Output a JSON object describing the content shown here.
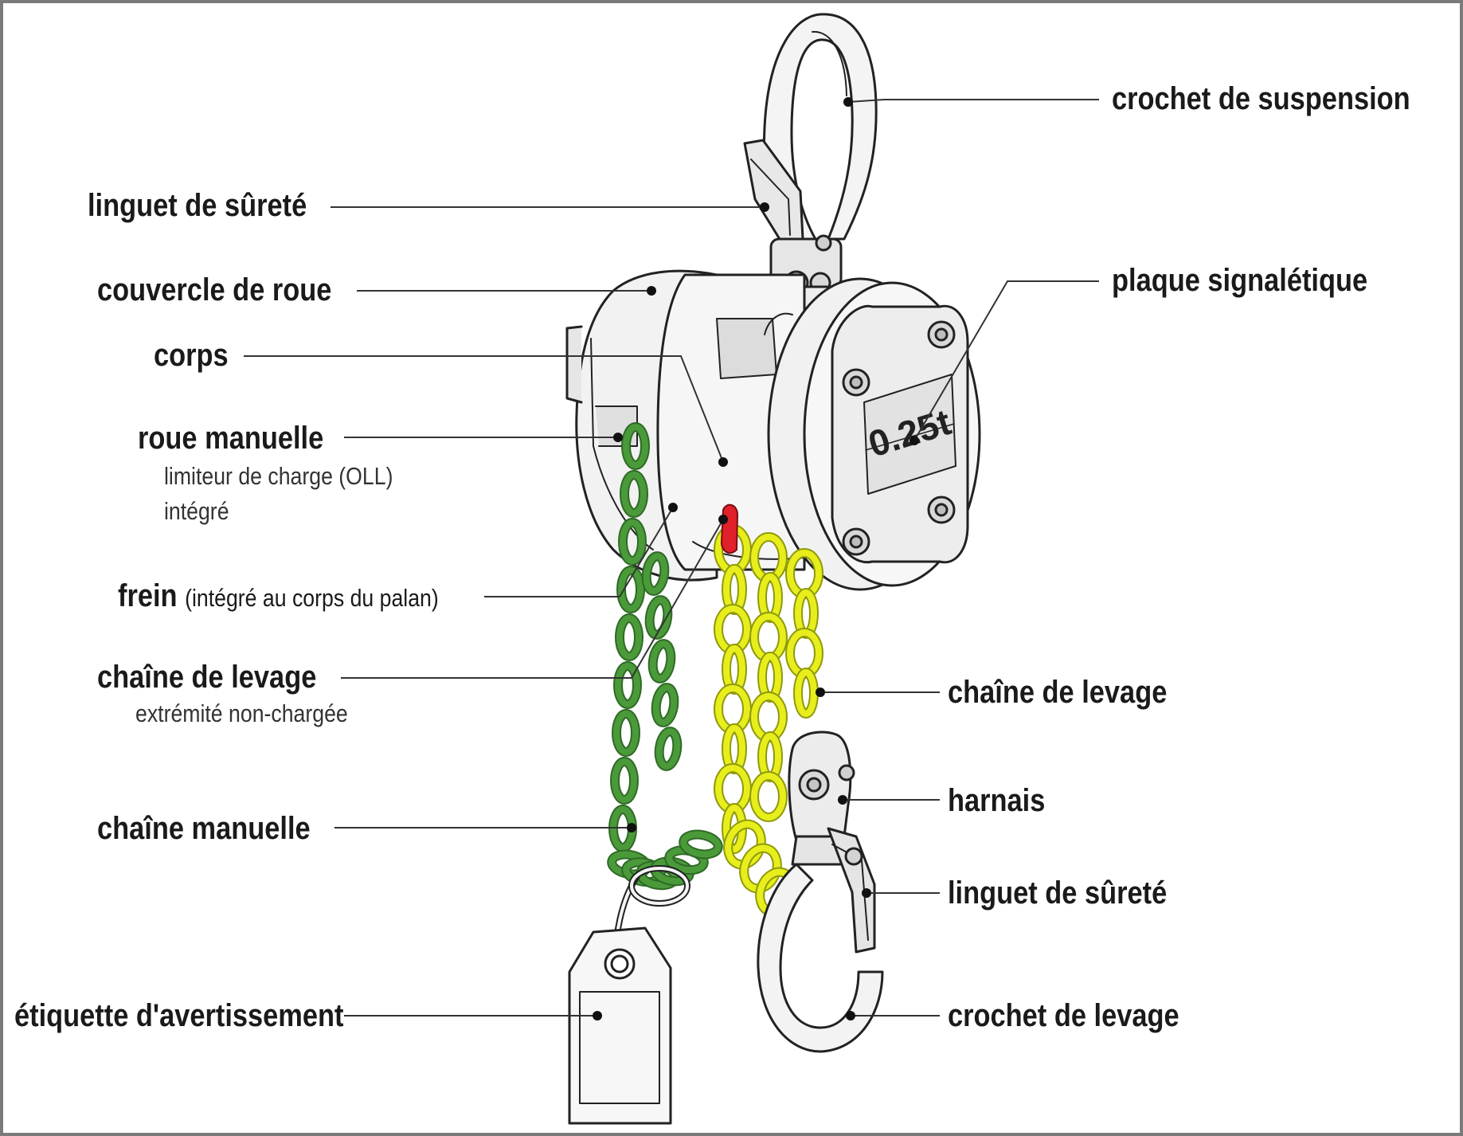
{
  "colors": {
    "hand_chain": "#4a9a3a",
    "hand_chain_dark": "#2f6a26",
    "load_chain": "#e7ee1c",
    "load_chain_dark": "#8f9a0a",
    "red_anchor": "#e0202a",
    "line": "#333333",
    "frame": "#7a7a7a"
  },
  "nameplate_text": "0.25t",
  "labels": {
    "crochet_suspension": "crochet de suspension",
    "linguet_top": "linguet de sûreté",
    "couvercle": "couvercle de roue",
    "plaque": "plaque signalétique",
    "corps": "corps",
    "roue_manuelle": "roue manuelle",
    "roue_manuelle_sub1": "limiteur de charge (OLL)",
    "roue_manuelle_sub2": "intégré",
    "frein": "frein",
    "frein_sub": "(intégré au corps du palan)",
    "chaine_levage_left": "chaîne de levage",
    "chaine_levage_left_sub": "extrémité non-chargée",
    "chaine_levage_right": "chaîne de levage",
    "harnais": "harnais",
    "chaine_manuelle": "chaîne manuelle",
    "linguet_bottom": "linguet de sûreté",
    "etiquette": "étiquette d'avertissement",
    "crochet_levage": "crochet de levage"
  }
}
